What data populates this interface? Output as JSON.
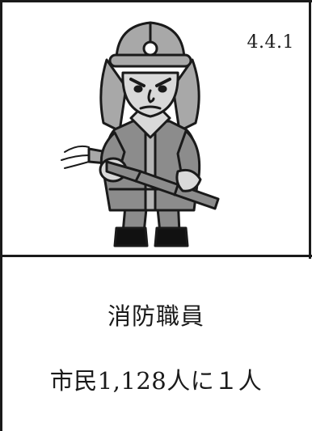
{
  "card": {
    "code": "4.4.1",
    "title": "消防職員",
    "stat": "市民1,128人に１人"
  },
  "illustration": {
    "subject": "firefighter-with-hose",
    "colors": {
      "outline": "#1a1a1a",
      "helmet": "#a8a8a8",
      "coat": "#8c8c8c",
      "skin": "#d9d9d9",
      "boots": "#111111",
      "white": "#ffffff"
    }
  }
}
